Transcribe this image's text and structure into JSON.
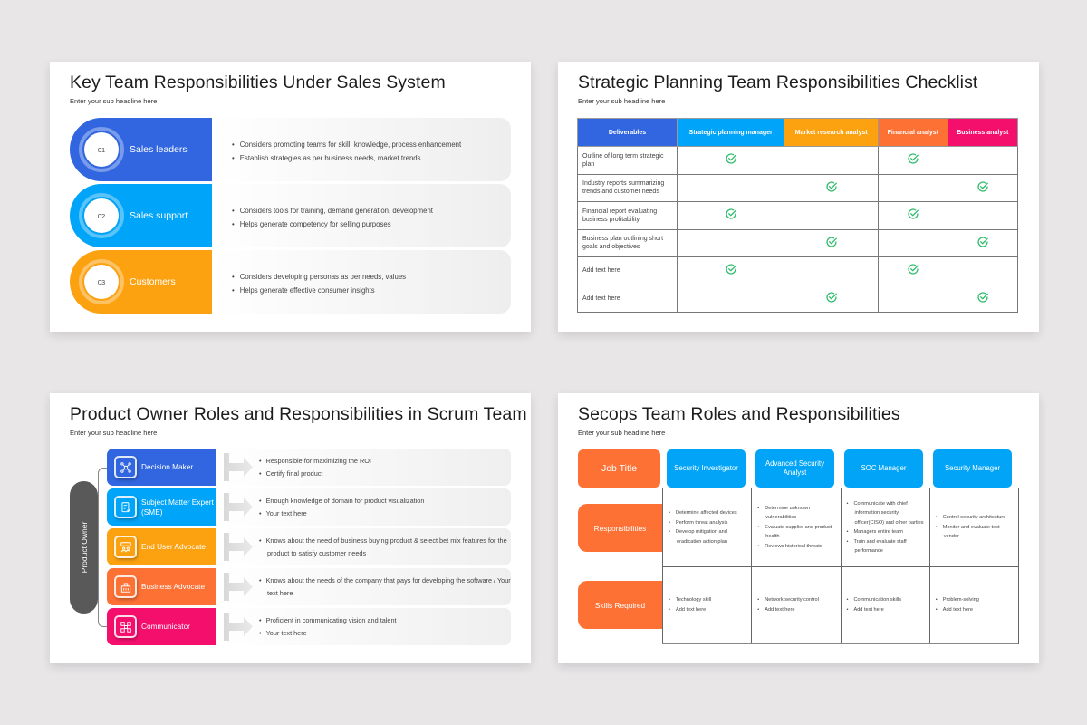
{
  "slides": {
    "key_team": {
      "title": "Key Team Responsibilities Under Sales System",
      "subtitle": "Enter your sub headline here",
      "rows": [
        {
          "num": "01",
          "label": "Sales leaders",
          "color": "#3166e0",
          "bullets": [
            "Considers promoting teams for skill, knowledge, process enhancement",
            "Establish strategies as per business needs, market trends"
          ]
        },
        {
          "num": "02",
          "label": "Sales support",
          "color": "#00a4f8",
          "bullets": [
            "Considers tools for training, demand generation, development",
            "Helps generate competency for selling purposes"
          ]
        },
        {
          "num": "03",
          "label": "Customers",
          "color": "#fca211",
          "bullets": [
            "Considers developing personas as per needs, values",
            "Helps generate effective consumer insights"
          ]
        }
      ]
    },
    "checklist": {
      "title": "Strategic Planning Team Responsibilities Checklist",
      "subtitle": "Enter your sub headline here",
      "headers": [
        {
          "label": "Deliverables",
          "color": "#3166e0"
        },
        {
          "label": "Strategic planning manager",
          "color": "#00a4f8"
        },
        {
          "label": "Market research analyst",
          "color": "#fca211"
        },
        {
          "label": "Financial analyst",
          "color": "#fd7135"
        },
        {
          "label": "Business analyst",
          "color": "#f50f6d"
        }
      ],
      "check_color": "#2ebd6b",
      "rows": [
        {
          "deliverable": "Outline of long term strategic plan",
          "checks": [
            true,
            false,
            true,
            false
          ]
        },
        {
          "deliverable": "Industry reports summarizing trends and customer needs",
          "checks": [
            false,
            true,
            false,
            true
          ]
        },
        {
          "deliverable": "Financial report evaluating business profitability",
          "checks": [
            true,
            false,
            true,
            false
          ]
        },
        {
          "deliverable": "Business plan outlining short goals and objectives",
          "checks": [
            false,
            true,
            false,
            true
          ]
        },
        {
          "deliverable": "Add text here",
          "checks": [
            true,
            false,
            true,
            false
          ]
        },
        {
          "deliverable": "Add text here",
          "checks": [
            false,
            true,
            false,
            true
          ]
        }
      ]
    },
    "product_owner": {
      "title": "Product Owner Roles and Responsibilities in Scrum Team",
      "subtitle": "Enter your sub headline here",
      "owner_label": "Product Owner",
      "rows": [
        {
          "label": "Decision Maker",
          "icon": "decision-network-icon",
          "color": "#3166e0",
          "bullets": [
            "Responsible for maximizing the ROI",
            "Certify final product"
          ]
        },
        {
          "label": "Subject Matter Expert (SME)",
          "icon": "document-expert-icon",
          "color": "#00a4f8",
          "bullets": [
            "Enough knowledge of domain for product visualization",
            "Your text here"
          ]
        },
        {
          "label": "End User Advocate",
          "icon": "user-group-icon",
          "color": "#fca211",
          "bullets": [
            "Knows about the need of business buying product & select bet mix features for the product to satisfy customer needs"
          ]
        },
        {
          "label": "Business Advocate",
          "icon": "business-building-icon",
          "color": "#fd7135",
          "bullets": [
            "Knows about the needs of the company that pays for developing the software / Your text here"
          ]
        },
        {
          "label": "Communicator",
          "icon": "communication-network-icon",
          "color": "#f50f6d",
          "bullets": [
            "Proficient in communicating vision and talent",
            "Your text here"
          ]
        }
      ]
    },
    "secops": {
      "title": "Secops Team Roles and Responsibilities",
      "subtitle": "Enter your sub headline here",
      "job_title_label": "Job Title",
      "accent": "#fd7135",
      "header_color": "#01a4f6",
      "roles": [
        "Security Investigator",
        "Advanced Security Analyst",
        "SOC Manager",
        "Security Manager"
      ],
      "row_labels": [
        "Responsibilities",
        "Skills Required"
      ],
      "responsibilities": [
        [
          "Determine affected devices",
          "Perform threat analysis",
          "Develop mitigation and eradication action plan"
        ],
        [
          "Determine unknown vulnerabilities",
          "Evaluate supplier and product health",
          "Reviews historical threats"
        ],
        [
          "Communicate with chief information security officer(CISO) and other parties",
          "Managers entire team",
          "Train and evaluate staff performance"
        ],
        [
          "Control security architecture",
          "Monitor and evaluate test vendor"
        ]
      ],
      "skills": [
        [
          "Technology skill",
          "Add text here"
        ],
        [
          "Network security control",
          "Add text here"
        ],
        [
          "Communication skills",
          "Add text here"
        ],
        [
          "Problem-solving",
          "Add text here"
        ]
      ]
    }
  }
}
